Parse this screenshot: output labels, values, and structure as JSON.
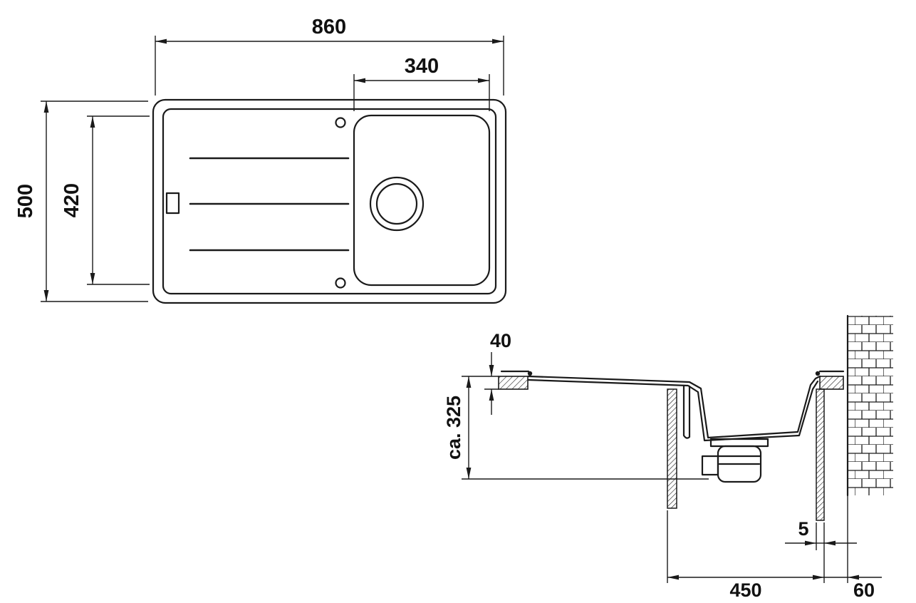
{
  "colors": {
    "line": "#1a1a1a",
    "background": "#ffffff"
  },
  "plan_view": {
    "overall_width_mm": "860",
    "bowl_width_mm": "340",
    "overall_depth_mm": "500",
    "bowl_depth_mm": "420"
  },
  "section_view": {
    "countertop_thickness_mm": "40",
    "installation_depth_mm": "ca. 325",
    "base_cabinet_width_mm": "450",
    "panel_gap_mm": "5",
    "rear_offset_mm": "60"
  }
}
